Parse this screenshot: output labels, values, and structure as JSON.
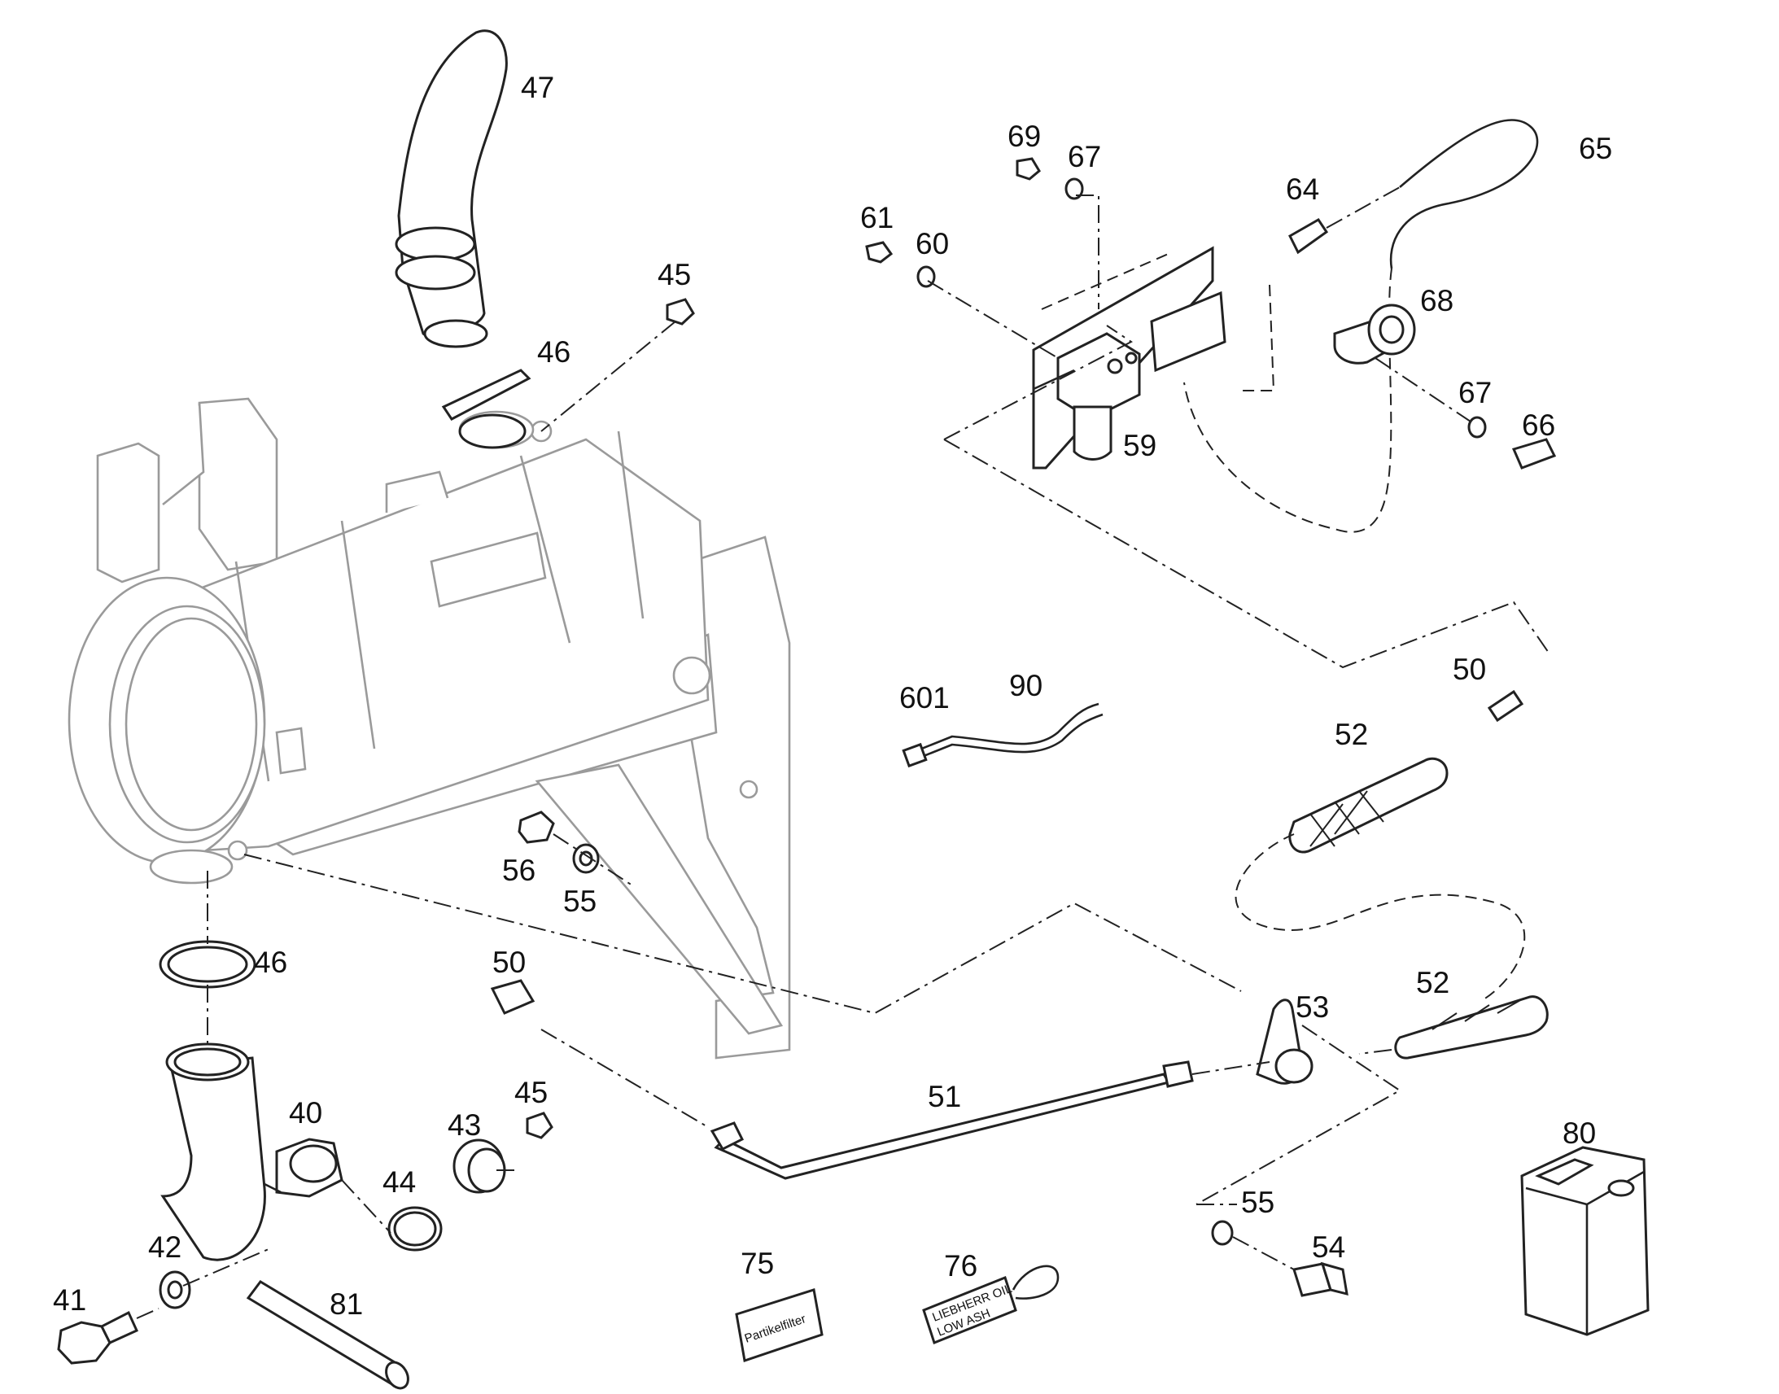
{
  "labels": {
    "p47": "47",
    "p45a": "45",
    "p46a": "46",
    "p69": "69",
    "p67a": "67",
    "p61": "61",
    "p60": "60",
    "p64": "64",
    "p65": "65",
    "p68": "68",
    "p67b": "67",
    "p66": "66",
    "p59": "59",
    "p601": "601",
    "p90": "90",
    "p50a": "50",
    "p52a": "52",
    "p56": "56",
    "p55a": "55",
    "p46b": "46",
    "p50b": "50",
    "p53": "53",
    "p52b": "52",
    "p51": "51",
    "p40": "40",
    "p43": "43",
    "p45b": "45",
    "p44": "44",
    "p42": "42",
    "p41": "41",
    "p81": "81",
    "p75": "75",
    "p76": "76",
    "p55b": "55",
    "p54": "54",
    "p80": "80"
  },
  "stickers": {
    "partikelfilter": "Partikelfilter",
    "oil_line1": "LIEBHERR OIL",
    "oil_line2": "LOW ASH"
  }
}
